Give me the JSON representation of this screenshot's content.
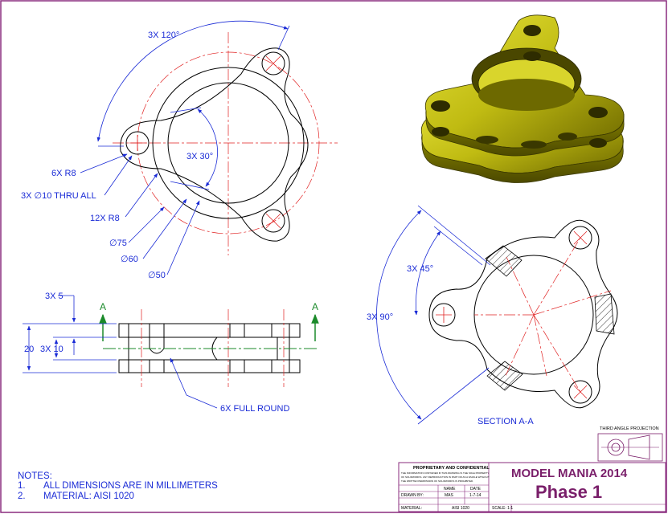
{
  "top_view": {
    "angle_120": "3X 120°",
    "angle_30": "3X 30°",
    "radius_r8": "6X R8",
    "thru_hole": "3X ∅10 THRU ALL",
    "fillet_r8": "12X R8",
    "dia_75": "∅75",
    "dia_60": "∅60",
    "dia_50": "∅50"
  },
  "front_view": {
    "dim_5": "3X 5",
    "dim_10": "3X 10",
    "dim_20": "20",
    "full_round": "6X FULL ROUND",
    "section_arrow_left": "A",
    "section_arrow_right": "A"
  },
  "section_view": {
    "angle_45": "3X 45°",
    "angle_90": "3X 90°",
    "title": "SECTION A-A"
  },
  "projection": {
    "label": "THIRD ANGLE PROJECTION"
  },
  "notes": {
    "header": "NOTES:",
    "items": [
      {
        "num": "1.",
        "text": "ALL DIMENSIONS ARE IN MILLIMETERS"
      },
      {
        "num": "2.",
        "text": "MATERIAL: AISI 1020"
      }
    ]
  },
  "title_block": {
    "proprietary_title": "PROPRIETARY AND CONFIDENTIAL",
    "proprietary_line1": "THE INFORMATION CONTAINED IN THIS DRAWING IS THE SOLE PROPERTY",
    "proprietary_line2": "OF SOLIDWORKS. ANY REPRODUCTION IN PART OR AS A WHOLE WITHOUT",
    "proprietary_line3": "THE WRITTEN PERMISSION OF SOLIDWORKS IS PROHIBITED.",
    "col_name": "NAME",
    "col_date": "DATE",
    "drawn_by_label": "DRAWN BY:",
    "drawn_by_name": "MAS",
    "drawn_by_date": "1-7-14",
    "material_label": "MATERIAL:",
    "material_value": "AISI 1020",
    "scale_label": "SCALE: 1:1",
    "title": "MODEL MANIA 2014",
    "subtitle": "Phase 1"
  },
  "colors": {
    "dimension": "#1a2bd6",
    "centerline": "#e02020",
    "section_arrow": "#1b8a2a",
    "title": "#7a1f6a",
    "border": "#8a2b7e",
    "model": "#c8c414"
  }
}
